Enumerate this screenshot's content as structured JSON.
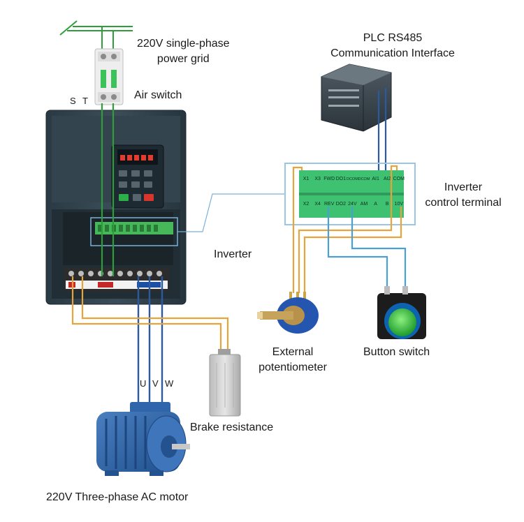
{
  "labels": {
    "power_grid_line1": "220V single-phase",
    "power_grid_line2": "power grid",
    "air_switch": "Air switch",
    "terminal_s": "S",
    "terminal_t": "T",
    "plc_line1": "PLC RS485",
    "plc_line2": "Communication Interface",
    "control_terminal_line1": "Inverter",
    "control_terminal_line2": "control terminal",
    "inverter": "Inverter",
    "potentiometer_line1": "External",
    "potentiometer_line2": "potentiometer",
    "button_switch": "Button switch",
    "brake_resistance": "Brake resistance",
    "motor_u": "U",
    "motor_v": "V",
    "motor_w": "W",
    "motor": "220V Three-phase AC motor"
  },
  "control_terminal": {
    "top_row": [
      "X1",
      "X3",
      "FWD",
      "DO1",
      "DCOM",
      "DCOM",
      "AI1",
      "AI2",
      "COM"
    ],
    "bottom_row": [
      "X2",
      "X4",
      "REV",
      "DO2",
      "24V",
      "AM",
      "A",
      "B",
      "10V"
    ]
  },
  "wire_colors": {
    "grid": "#2e9e3a",
    "blue": "#2c5aa0",
    "orange": "#e8a33a",
    "light_blue": "#4a9fd4"
  }
}
